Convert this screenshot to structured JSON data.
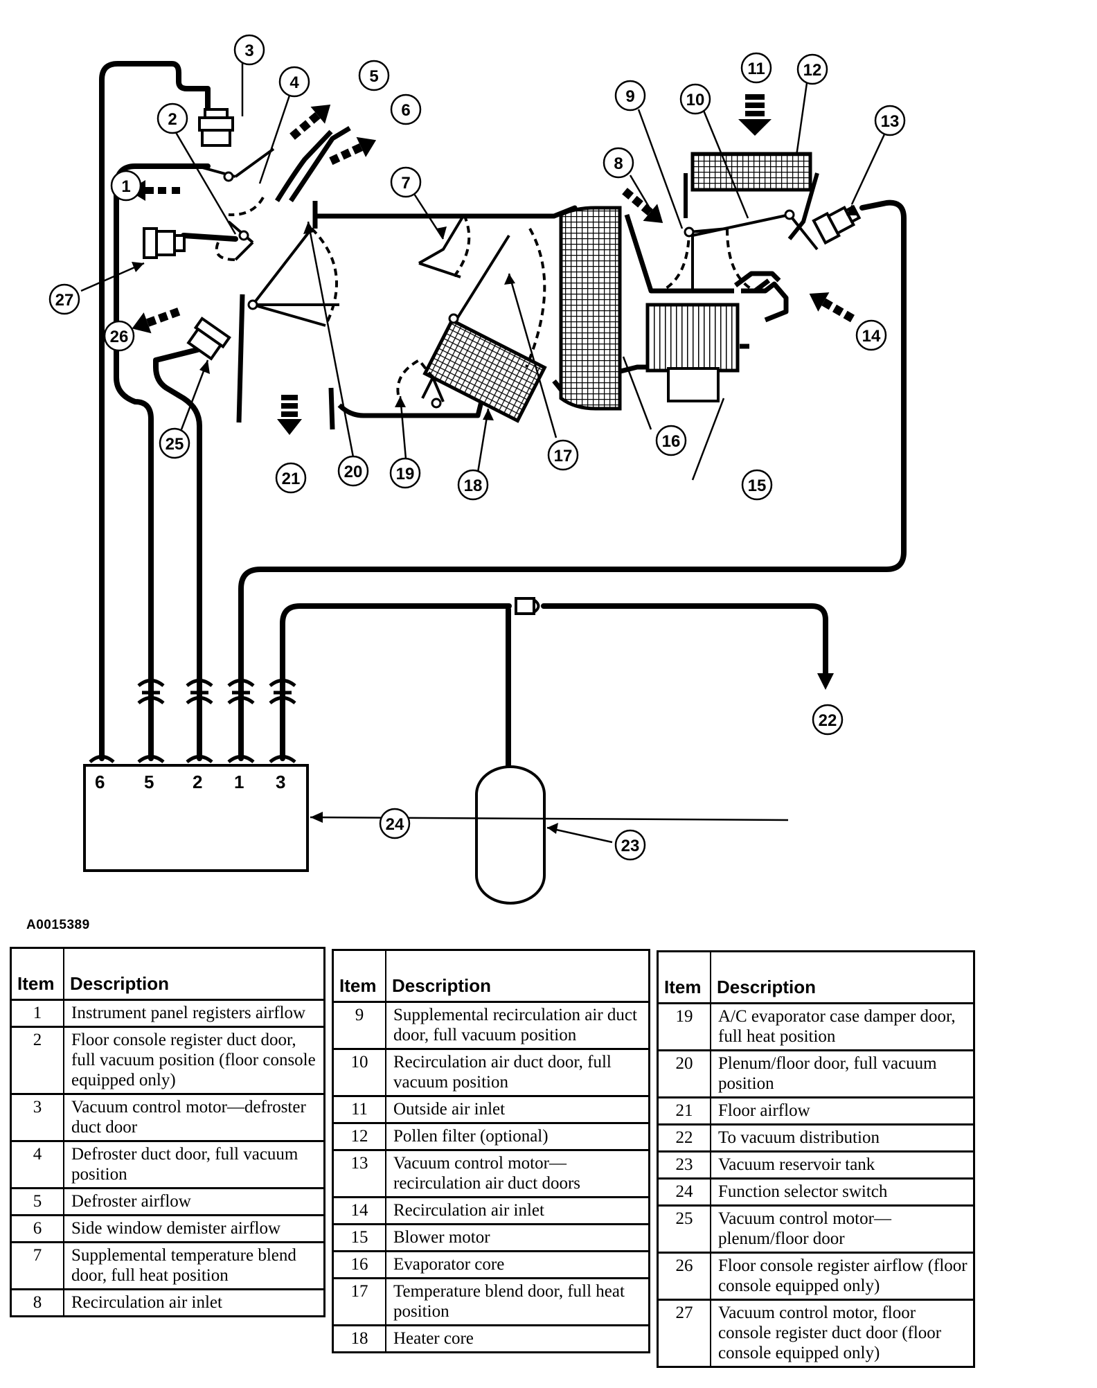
{
  "figure_id": "A0015389",
  "switch_ports": [
    "6",
    "5",
    "2",
    "1",
    "3"
  ],
  "callouts": [
    "1",
    "2",
    "3",
    "4",
    "5",
    "6",
    "7",
    "8",
    "9",
    "10",
    "11",
    "12",
    "13",
    "14",
    "15",
    "16",
    "17",
    "18",
    "19",
    "20",
    "21",
    "22",
    "23",
    "24",
    "25",
    "26",
    "27"
  ],
  "legend_header": {
    "item": "Item",
    "description": "Description"
  },
  "legend": [
    [
      {
        "item": "1",
        "description": "Instrument panel registers airflow"
      },
      {
        "item": "2",
        "description": "Floor console register duct door, full vacuum position (floor console equipped only)"
      },
      {
        "item": "3",
        "description": "Vacuum control motor—defroster duct door"
      },
      {
        "item": "4",
        "description": "Defroster duct door, full vacuum position"
      },
      {
        "item": "5",
        "description": "Defroster airflow"
      },
      {
        "item": "6",
        "description": "Side window demister airflow"
      },
      {
        "item": "7",
        "description": "Supplemental temperature blend door, full heat position"
      },
      {
        "item": "8",
        "description": "Recirculation air inlet"
      }
    ],
    [
      {
        "item": "9",
        "description": "Supplemental recirculation air duct door, full vacuum position"
      },
      {
        "item": "10",
        "description": "Recirculation air duct door, full vacuum position"
      },
      {
        "item": "11",
        "description": "Outside air inlet"
      },
      {
        "item": "12",
        "description": "Pollen filter (optional)"
      },
      {
        "item": "13",
        "description": "Vacuum control motor—recirculation air duct doors"
      },
      {
        "item": "14",
        "description": "Recirculation air inlet"
      },
      {
        "item": "15",
        "description": "Blower motor"
      },
      {
        "item": "16",
        "description": "Evaporator core"
      },
      {
        "item": "17",
        "description": "Temperature blend door, full heat position"
      },
      {
        "item": "18",
        "description": "Heater core"
      }
    ],
    [
      {
        "item": "19",
        "description": "A/C evaporator case damper door, full heat position"
      },
      {
        "item": "20",
        "description": "Plenum/floor door, full vacuum position"
      },
      {
        "item": "21",
        "description": "Floor airflow"
      },
      {
        "item": "22",
        "description": "To vacuum distribution"
      },
      {
        "item": "23",
        "description": "Vacuum reservoir tank"
      },
      {
        "item": "24",
        "description": "Function selector switch"
      },
      {
        "item": "25",
        "description": "Vacuum control motor—plenum/floor door"
      },
      {
        "item": "26",
        "description": "Floor console register airflow (floor console equipped only)"
      },
      {
        "item": "27",
        "description": "Vacuum control motor, floor console register duct door (floor console equipped only)"
      }
    ]
  ]
}
